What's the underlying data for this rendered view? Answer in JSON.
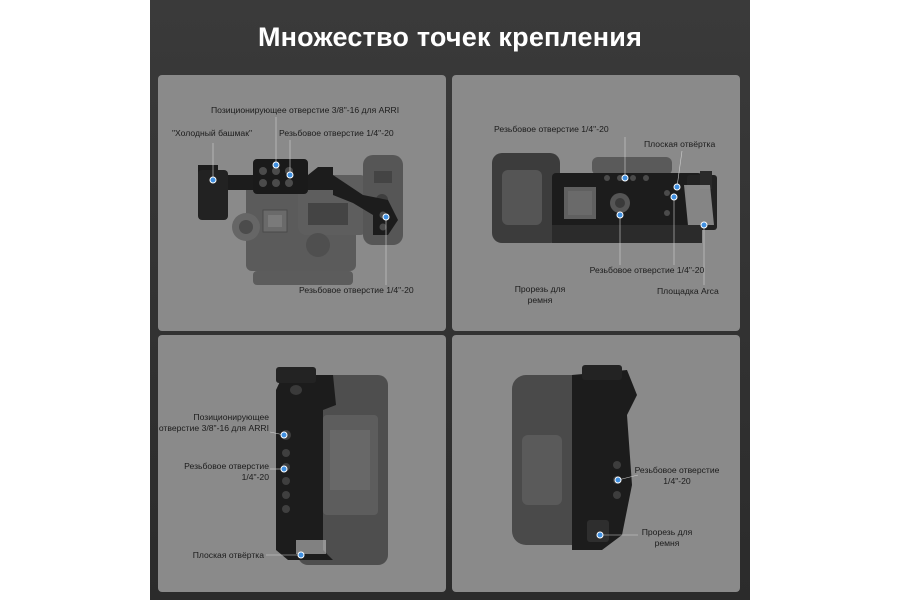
{
  "title": "Множество точек крепления",
  "panels": {
    "top_left": {
      "labels": {
        "arri_hole": "Позиционирующее отверстие 3/8\"-16 для ARRI",
        "cold_shoe": "\"Холодный башмак\"",
        "thread_top": "Резьбовое отверстие 1/4\"-20",
        "thread_bottom": "Резьбовое отверстие 1/4\"-20"
      }
    },
    "top_right": {
      "labels": {
        "thread_top": "Резьбовое отверстие 1/4\"-20",
        "screwdriver": "Плоская отвёртка",
        "thread_bottom": "Резьбовое отверстие 1/4\"-20",
        "strap_slot": "Прорезь для ремня",
        "arca_plate": "Площадка Arca"
      }
    },
    "bottom_left": {
      "labels": {
        "arri_hole": "Позиционирующее отверстие 3/8\"-16 для ARRI",
        "thread": "Резьбовое отверстие 1/4\"-20",
        "screwdriver": "Плоская отвёртка"
      }
    },
    "bottom_right": {
      "labels": {
        "thread": "Резьбовое отверстие 1/4\"-20",
        "strap_slot": "Прорезь для ремня"
      }
    }
  },
  "colors": {
    "background": "#2f2f2f",
    "panel": "#8a8a8a",
    "cage": "#1b1b1b",
    "camera": "#4a4a4a",
    "marker": "#3f8fe0"
  }
}
